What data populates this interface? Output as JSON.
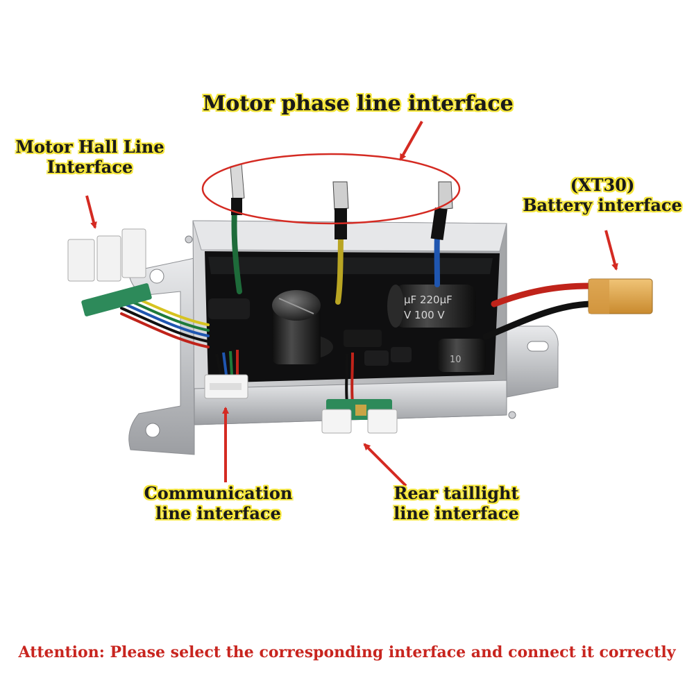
{
  "labels": {
    "motor_phase": "Motor phase line interface",
    "motor_hall": [
      "Motor Hall Line",
      "Interface"
    ],
    "battery": [
      "(XT30)",
      "Battery interface"
    ],
    "communication": [
      "Communication",
      "line interface"
    ],
    "taillight": [
      "Rear taillight",
      "line interface"
    ]
  },
  "capacitor_large": [
    "μF 220μF",
    "V 100 V"
  ],
  "capacitor_small": "10",
  "attention": "Attention: Please select the corresponding interface and connect it correctly",
  "colors": {
    "label_highlight": "#f5e63a",
    "arrow_red": "#d42a22",
    "attention_red": "#c8251f",
    "housing_silver": "#c9cbce",
    "board_black": "#111111",
    "xt30_yellow": "#e0a94a"
  }
}
